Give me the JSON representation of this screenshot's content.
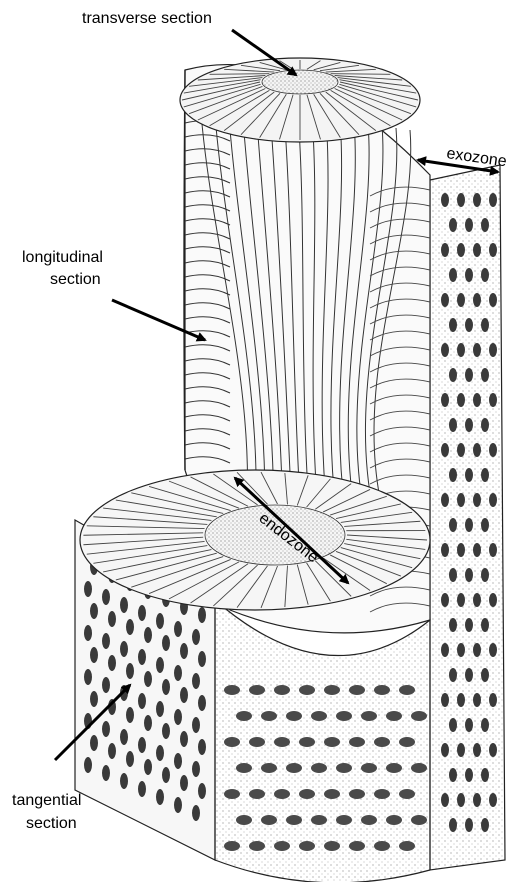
{
  "labels": {
    "transverse": "transverse section",
    "longitudinal_line1": "longitudinal",
    "longitudinal_line2": "section",
    "exozone": "exozone",
    "endozone": "endozone",
    "tangential_line1": "tangential",
    "tangential_line2": "section"
  },
  "colors": {
    "ink": "#1a1a1a",
    "paper": "#ffffff",
    "stipple": "#9a9a9a"
  }
}
